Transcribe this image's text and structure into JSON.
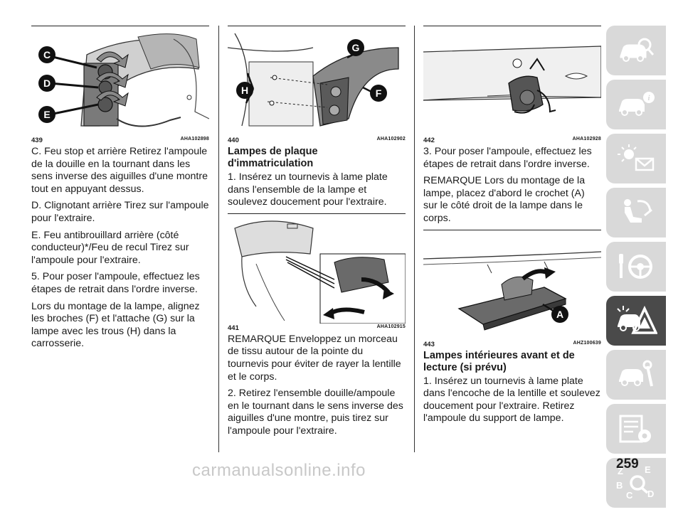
{
  "col1": {
    "figure": {
      "num": "439",
      "code": "AHA102898",
      "labels": [
        "C",
        "D",
        "E"
      ]
    },
    "paragraphs": [
      "C. Feu stop et arrière Retirez l'ampoule de la douille en la tournant dans les sens inverse des aiguilles d'une montre tout en appuyant dessus.",
      "D. Clignotant arrière Tirez sur l'ampoule pour l'extraire.",
      "E. Feu antibrouillard arrière (côté conducteur)*/Feu de recul Tirez sur l'ampoule pour l'extraire.",
      "5. Pour poser l'ampoule, effectuez les étapes de retrait dans l'ordre inverse.",
      "Lors du montage de la lampe, alignez les broches (F) et l'attache (G) sur la lampe avec les trous (H) dans la carrosserie."
    ]
  },
  "col2": {
    "figure1": {
      "num": "440",
      "code": "AHA102902",
      "labels": [
        "G",
        "H",
        "F"
      ]
    },
    "heading": "Lampes de plaque d'immatriculation",
    "para1": "1. Insérez un tournevis à lame plate dans l'ensemble de la lampe et soulevez doucement pour l'extraire.",
    "figure2": {
      "num": "441",
      "code": "AHA102915"
    },
    "paragraphs": [
      "REMARQUE Enveloppez un morceau de tissu autour de la pointe du tournevis pour éviter de rayer la lentille et le corps.",
      "2. Retirez l'ensemble douille/ampoule en le tournant dans le sens inverse des aiguilles d'une montre, puis tirez sur l'ampoule pour l'extraire."
    ]
  },
  "col3": {
    "figure1": {
      "num": "442",
      "code": "AHA102928"
    },
    "paragraphs1": [
      "3. Pour poser l'ampoule, effectuez les étapes de retrait dans l'ordre inverse.",
      "REMARQUE Lors du montage de la lampe, placez d'abord le crochet (A) sur le côté droit de la lampe dans le corps."
    ],
    "figure2": {
      "num": "443",
      "code": "AHZ100639",
      "labels": [
        "A"
      ]
    },
    "heading": "Lampes intérieures avant et de lecture (si prévu)",
    "para": "1. Insérez un tournevis à lame plate dans l'encoche de la lentille et soulevez doucement pour l'extraire. Retirez l'ampoule du support de lampe."
  },
  "tabs": [
    {
      "icon": "car-search-icon"
    },
    {
      "icon": "car-info-icon"
    },
    {
      "icon": "dashboard-lights-icon"
    },
    {
      "icon": "airbag-seat-icon"
    },
    {
      "icon": "key-steering-wheel-icon"
    },
    {
      "icon": "car-breakdown-warning-icon",
      "active": true
    },
    {
      "icon": "car-service-icon"
    },
    {
      "icon": "specifications-gear-icon"
    },
    {
      "icon": "alphabetical-index-icon",
      "letters": [
        "Z",
        "E",
        "B",
        "C",
        "D"
      ]
    }
  ],
  "page_number": "259",
  "watermark": "carmanualsonline.info",
  "colors": {
    "tab": "#d9d9d9",
    "tab_active": "#4a4a4a"
  }
}
